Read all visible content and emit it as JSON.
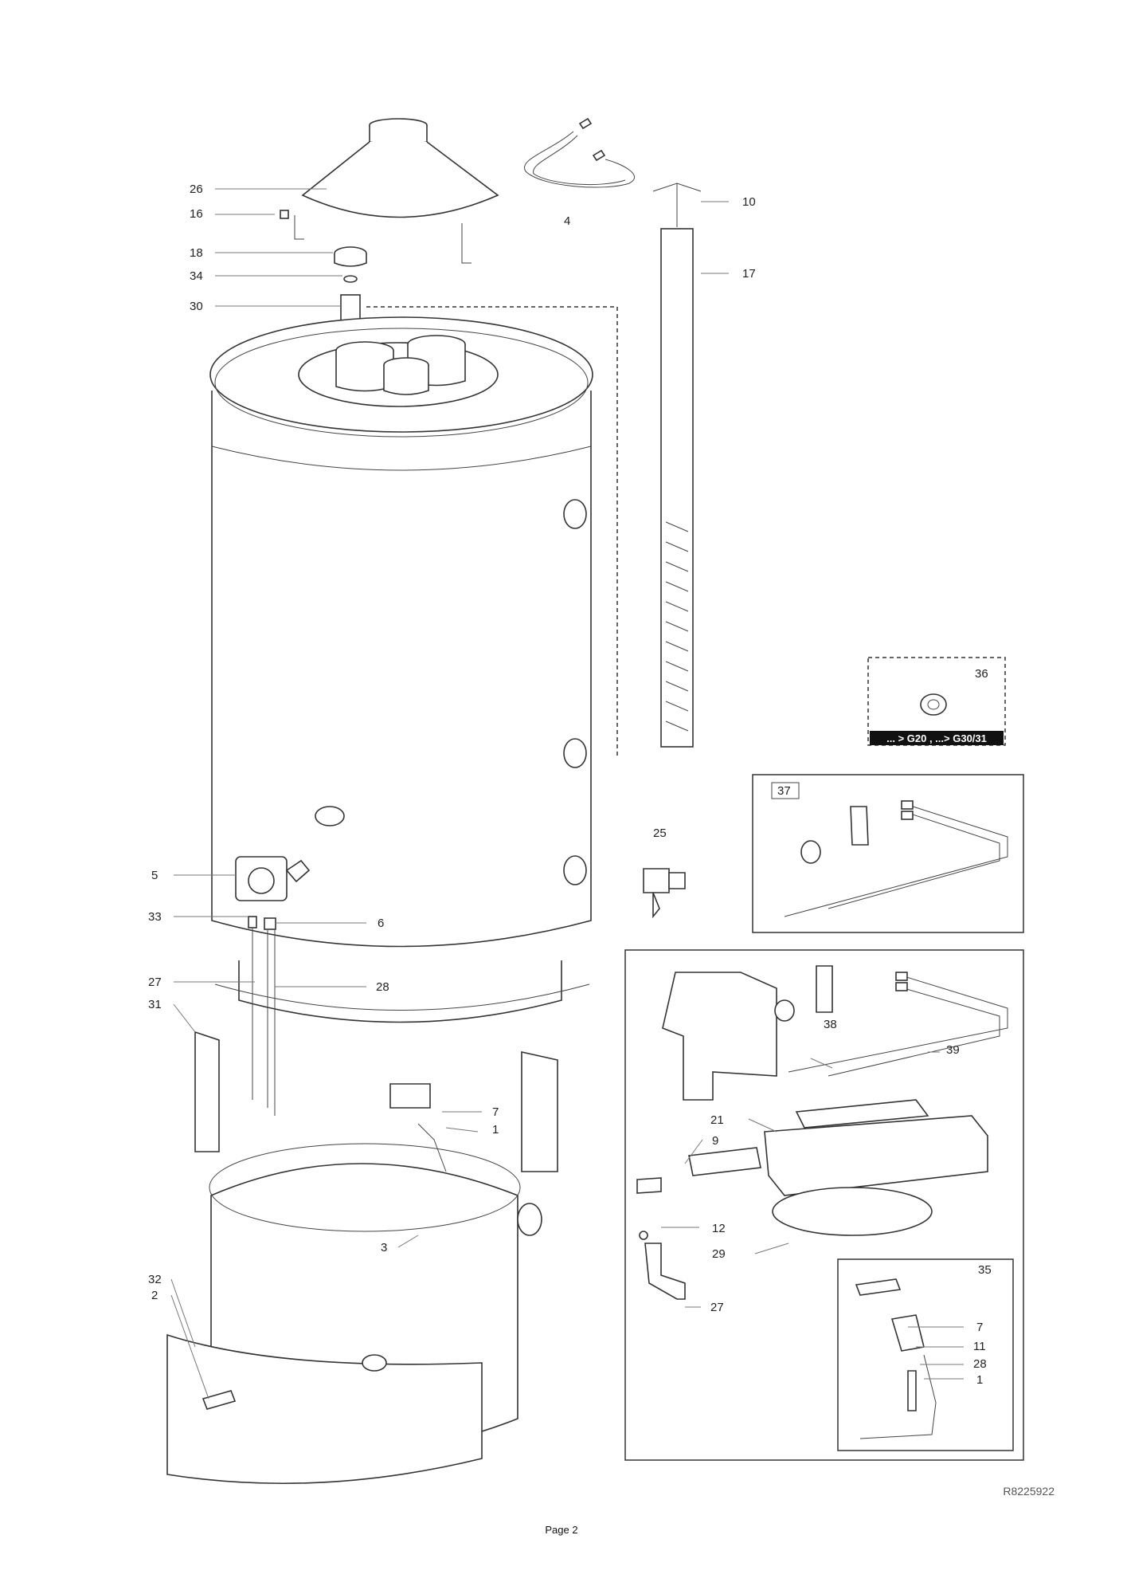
{
  "labels": {
    "l26": "26",
    "l16": "16",
    "l18": "18",
    "l34": "34",
    "l30": "30",
    "l4": "4",
    "l10": "10",
    "l17": "17",
    "l36": "36",
    "l5": "5",
    "l33": "33",
    "l6": "6",
    "l27": "27",
    "l28": "28",
    "l31": "31",
    "l25": "25",
    "l37": "37",
    "l38": "38",
    "l39": "39",
    "l7": "7",
    "l1": "1",
    "l3": "3",
    "l32": "32",
    "l2": "2",
    "l21": "21",
    "l9": "9",
    "l12": "12",
    "l29": "29",
    "l27b": "27",
    "l35": "35",
    "l7b": "7",
    "l11": "11",
    "l28b": "28",
    "l1b": "1"
  },
  "conversion_banner": "... > G20 , ...> G30/31",
  "drawing_ref": "R8225922",
  "page_label": "Page 2"
}
